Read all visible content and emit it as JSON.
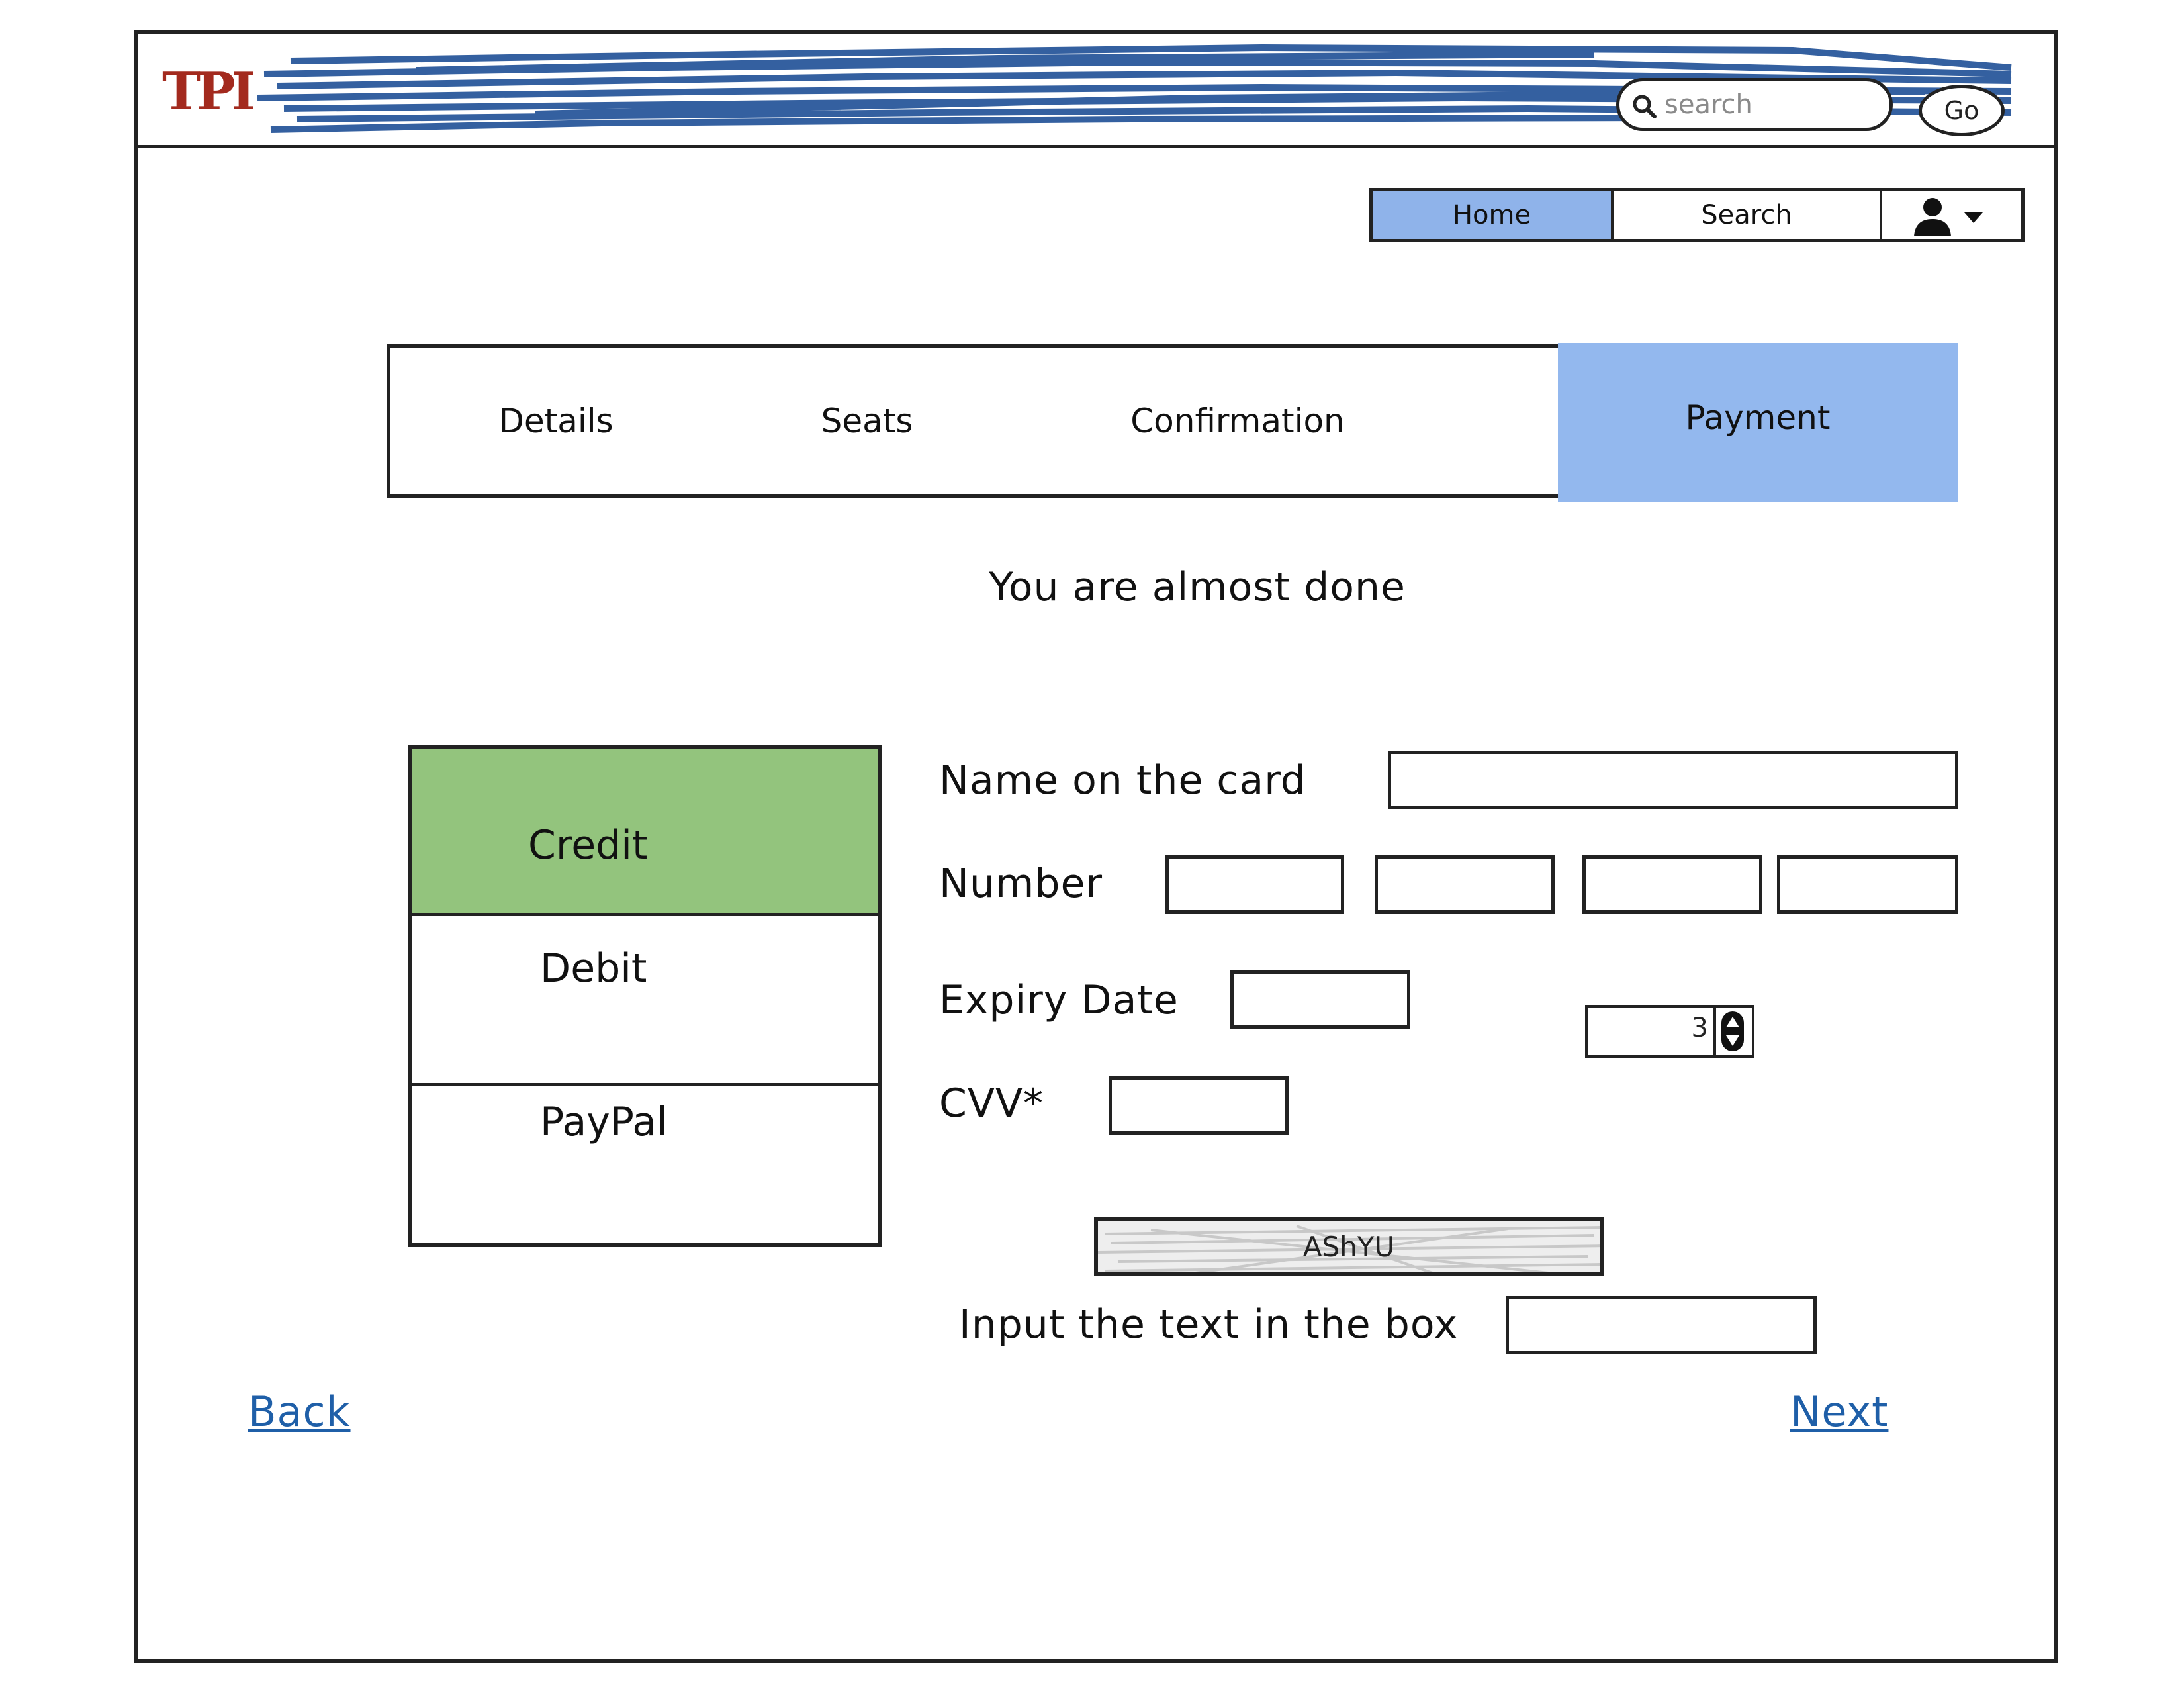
{
  "header": {
    "logo_text": "TPI",
    "search_placeholder": "search",
    "go_label": "Go"
  },
  "top_nav": {
    "items": [
      {
        "label": "Home",
        "active": true
      },
      {
        "label": "Search",
        "active": false
      }
    ],
    "user_menu_icon": "user-icon"
  },
  "steps": [
    {
      "label": "Details",
      "active": false
    },
    {
      "label": "Seats",
      "active": false
    },
    {
      "label": "Confirmation",
      "active": false
    },
    {
      "label": "Payment",
      "active": true
    }
  ],
  "subtitle": "You are almost done",
  "payment_methods": [
    {
      "label": "Credit",
      "selected": true
    },
    {
      "label": "Debit",
      "selected": false
    },
    {
      "label": "PayPal",
      "selected": false
    }
  ],
  "form": {
    "name_label": "Name on the card",
    "number_label": "Number",
    "expiry_label": "Expiry Date",
    "expiry_stepper_value": "3",
    "cvv_label": "CVV*",
    "captcha_text": "AShYU",
    "captcha_input_label": "Input the text in the box"
  },
  "nav_links": {
    "back": "Back",
    "next": "Next"
  },
  "colors": {
    "active_step": "#93b8ee",
    "active_nav": "#8fb3ea",
    "selected_method": "#93c47d",
    "link": "#1f5fa8",
    "header_scribble": "#1f4f96",
    "logo": "#a32a1e"
  }
}
